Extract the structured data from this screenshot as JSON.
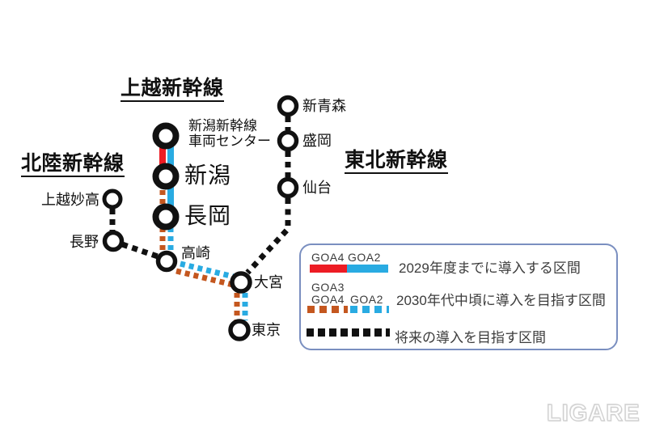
{
  "headings": {
    "joetsu": "上越新幹線",
    "hokuriku": "北陸新幹線",
    "tohoku": "東北新幹線"
  },
  "stations": {
    "depot_line1": "新潟新幹線",
    "depot_line2": "車両センター",
    "niigata": "新潟",
    "nagaoka": "長岡",
    "joetsu_myoko": "上越妙高",
    "nagano": "長野",
    "takasaki": "高崎",
    "shin_aomori": "新青森",
    "morioka": "盛岡",
    "sendai": "仙台",
    "omiya": "大宮",
    "tokyo": "東京"
  },
  "legend": {
    "row1": {
      "label_left": "GOA4",
      "label_right": "GOA2",
      "text": "2029年度までに導入する区間"
    },
    "row2": {
      "label_top": "GOA3",
      "label_left": "GOA4",
      "label_right": "GOA2",
      "text": "2030年代中頃に導入を目指す区間"
    },
    "row3": {
      "text": "将来の導入を目指す区間"
    }
  },
  "watermark": "LIGARE",
  "colors": {
    "goa4_red": "#ed1c24",
    "goa2_blue": "#29abe2",
    "goa3_goa4_orange": "#c4571f",
    "future_black": "#111111",
    "legend_border": "#7a8fc0"
  }
}
